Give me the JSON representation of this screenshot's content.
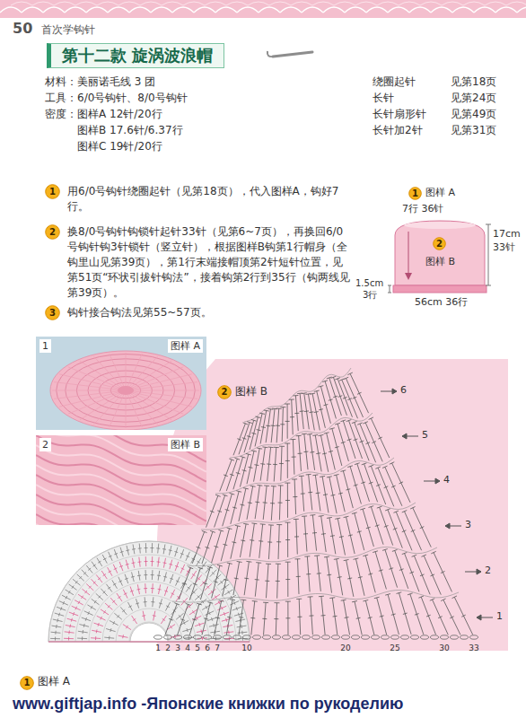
{
  "diagram": {
    "title": "第十二款 旋涡波浪帽",
    "nodes": [
      {
        "text": [
          "50",
          "首次学钩针"
        ]
      },
      {
        "text": [
          "1"
        ]
      },
      {
        "text": [
          "2"
        ]
      },
      {
        "text": [
          "3"
        ]
      },
      {
        "text": [
          "1"
        ]
      },
      {
        "text": [
          "2"
        ]
      },
      {
        "text": [
          "1",
          "图样 A"
        ]
      },
      {
        "text": [
          "2",
          "图样 B"
        ]
      },
      {
        "text": [
          "2"
        ]
      },
      {
        "text": [
          "1"
        ]
      }
    ],
    "labels": [
      "材料：美丽诺毛线 3 团",
      "工具：6/0号钩针、8/0号钩针",
      "密度：图样A 12针/20行",
      "图样B 17.6针/6.37行",
      "图样C 19针/20行",
      "绕圈起针",
      "见第18页",
      "长针",
      "见第24页",
      "长针扇形针",
      "见第49页",
      "长针加2针",
      "见第31页",
      "用6/0号钩针绕圈起针（见第18页），代入图样A，钩好7行。",
      "换8/0号钩针钩锁针起针33针（见第6~7页），再换回6/0号钩针钩3针锁针（竖立针），根据图样B钩第1行帽身（全钩里山见第39页），第1行末端接帽顶第2针短针位置，见第51页“环状引拔针钩法”，接着钩第2行到35行（钩两线见第39页）。",
      "钩针接合钩法见第55~57页。",
      "图样 A",
      "7行 36针",
      "17cm",
      "33针",
      "图样 B",
      "1.5cm",
      "3行",
      "56cm 36行",
      "图样 B",
      "1",
      "2",
      "3",
      "4",
      "5",
      "6",
      "1",
      "2",
      "3",
      "4",
      "5",
      "6",
      "7",
      "10",
      "20",
      "25",
      "30",
      "33",
      "图样 A",
      "www.giftjap.info -Японские книжки по рукоделию"
    ]
  }
}
